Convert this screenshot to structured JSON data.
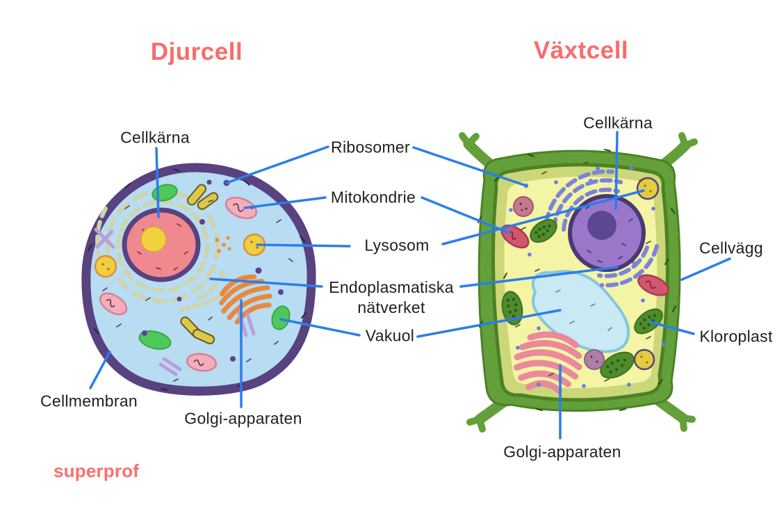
{
  "titles": {
    "animal": "Djurcell",
    "plant": "Växtcell"
  },
  "brand": {
    "logo": "superprof"
  },
  "animal_cell": {
    "labels": {
      "cellkarna": "Cellkärna",
      "cellmembran": "Cellmembran",
      "golgi": "Golgi-apparaten"
    }
  },
  "shared_labels": {
    "ribosomer": "Ribosomer",
    "mitokondrie": "Mitokondrie",
    "lysosom": "Lysosom",
    "endoplasmatiska": "Endoplasmatiska",
    "natverket": "nätverket",
    "vakuol": "Vakuol"
  },
  "plant_cell": {
    "labels": {
      "cellkarna": "Cellkärna",
      "cellvagg": "Cellvägg",
      "kloroplast": "Kloroplast",
      "golgi": "Golgi-apparaten"
    }
  },
  "colors": {
    "title": "#FA6B6B",
    "brand": "#FF6D6D",
    "leader_line": "#2C7DEB",
    "label_text": "#1F1F1F",
    "animal_membrane": "#58427F",
    "animal_cytoplasm": "#B8DCF2",
    "animal_nucleus": "#F0888F",
    "nucleolus_yellow": "#F1D13E",
    "golgi_orange": "#E78A3F",
    "plant_wall_green": "#63A039",
    "plant_inner_wall": "#CBD778",
    "plant_cytoplasm": "#F4F4A5",
    "plant_nucleus": "#9B77C9",
    "plant_er": "#7B84D8",
    "vacuole_blue": "#C9E9F5",
    "chloroplast_green": "#4E8C2D",
    "plant_golgi_pink": "#E9899B"
  }
}
